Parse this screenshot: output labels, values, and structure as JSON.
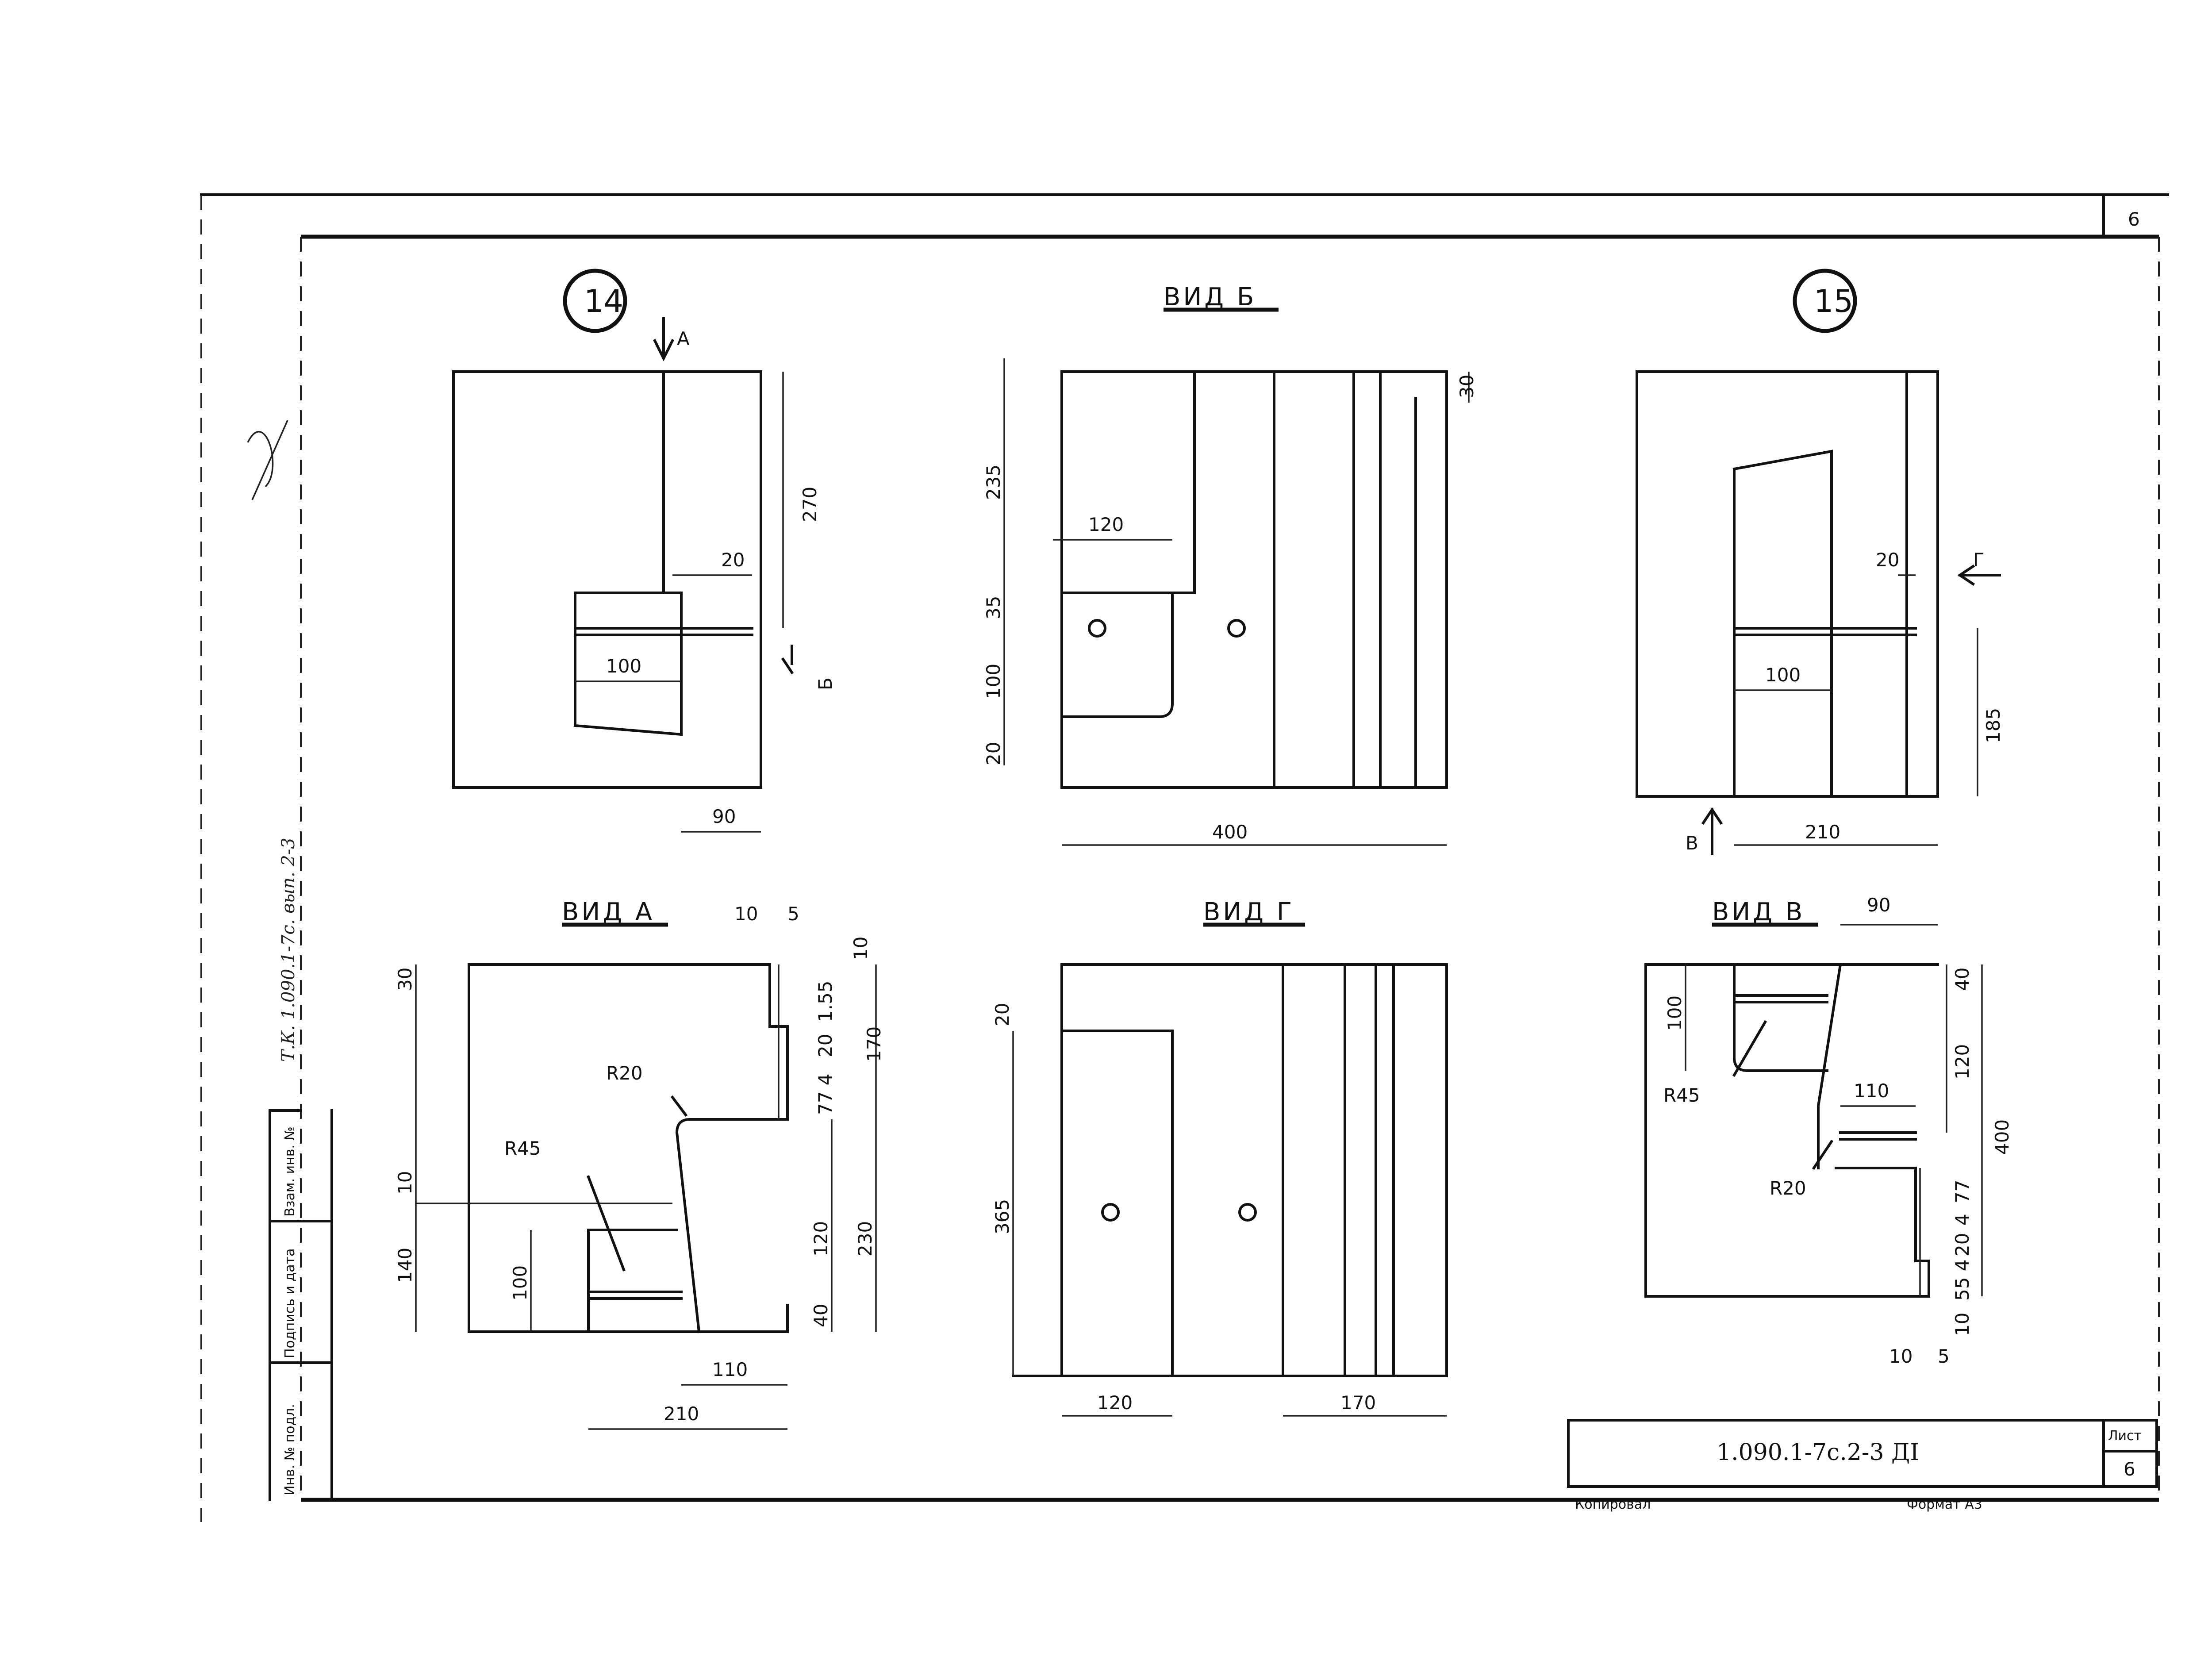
{
  "sheet": {
    "page_number_top": "6",
    "code": "1.090.1-7с.2-3 ДI",
    "sheet_label": "Лист",
    "sheet_number": "6",
    "copied_label": "Копировал",
    "format_label": "Формат А3",
    "side_code": "Т.К. 1.090.1-7с. вып. 2-3",
    "side_table": [
      "Взам. инв. №",
      "Подпись и дата",
      "Инв. № подл."
    ]
  },
  "views": {
    "node14": {
      "node_label": "14",
      "arrow_a": "А",
      "arrow_b": "Б",
      "dims": [
        "270",
        "20",
        "100",
        "90"
      ]
    },
    "view_b": {
      "title": "ВИД Б",
      "dims": [
        "30",
        "235",
        "120",
        "35",
        "100",
        "20",
        "400"
      ]
    },
    "node15": {
      "node_label": "15",
      "arrow_g": "Г",
      "arrow_v": "В",
      "dims": [
        "20",
        "100",
        "185",
        "210"
      ]
    },
    "view_a": {
      "title": "ВИД А",
      "dims": [
        "10",
        "5",
        "30",
        "10",
        "1.55",
        "20",
        "77 4",
        "170",
        "R20",
        "R45",
        "10",
        "140",
        "100",
        "120",
        "230",
        "40",
        "110",
        "210"
      ]
    },
    "view_g": {
      "title": "ВИД Г",
      "dims": [
        "20",
        "365",
        "120",
        "170"
      ]
    },
    "view_v": {
      "title": "ВИД В",
      "dims": [
        "90",
        "40",
        "100",
        "120",
        "400",
        "R45",
        "110",
        "R20",
        "77",
        "4",
        "20",
        "55 4",
        "10",
        "10",
        "5"
      ]
    }
  }
}
